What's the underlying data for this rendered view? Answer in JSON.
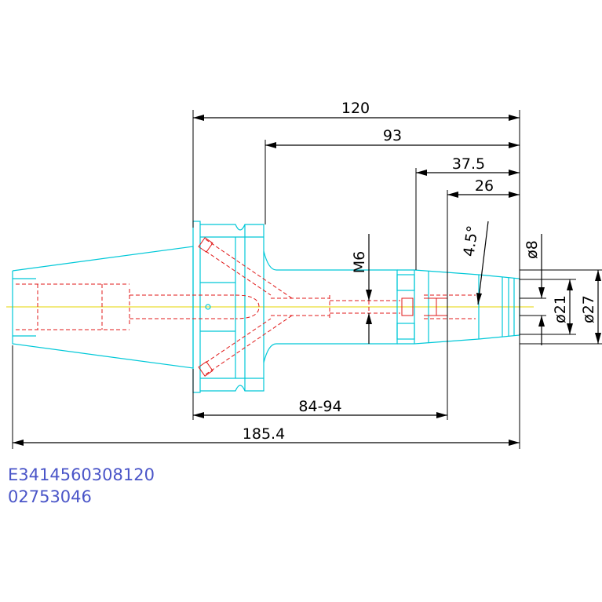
{
  "dimensions": {
    "overall_length": "120",
    "gauge_length": "93",
    "nose_length": "37.5",
    "collet_length": "26",
    "clamp_range": "84-94",
    "total_length": "185.4",
    "thread": "M6",
    "angle": "4.5°",
    "bore_diameter": "ø8",
    "inner_diameter": "ø21",
    "outer_diameter": "ø27"
  },
  "part_codes": {
    "line1": "E3414560308120",
    "line2": "02753046"
  },
  "colors": {
    "outline": "#00c8d8",
    "hidden": "#e01818",
    "centerline": "#e6d400",
    "dimension": "#000000",
    "code_text": "#4a55c8"
  }
}
